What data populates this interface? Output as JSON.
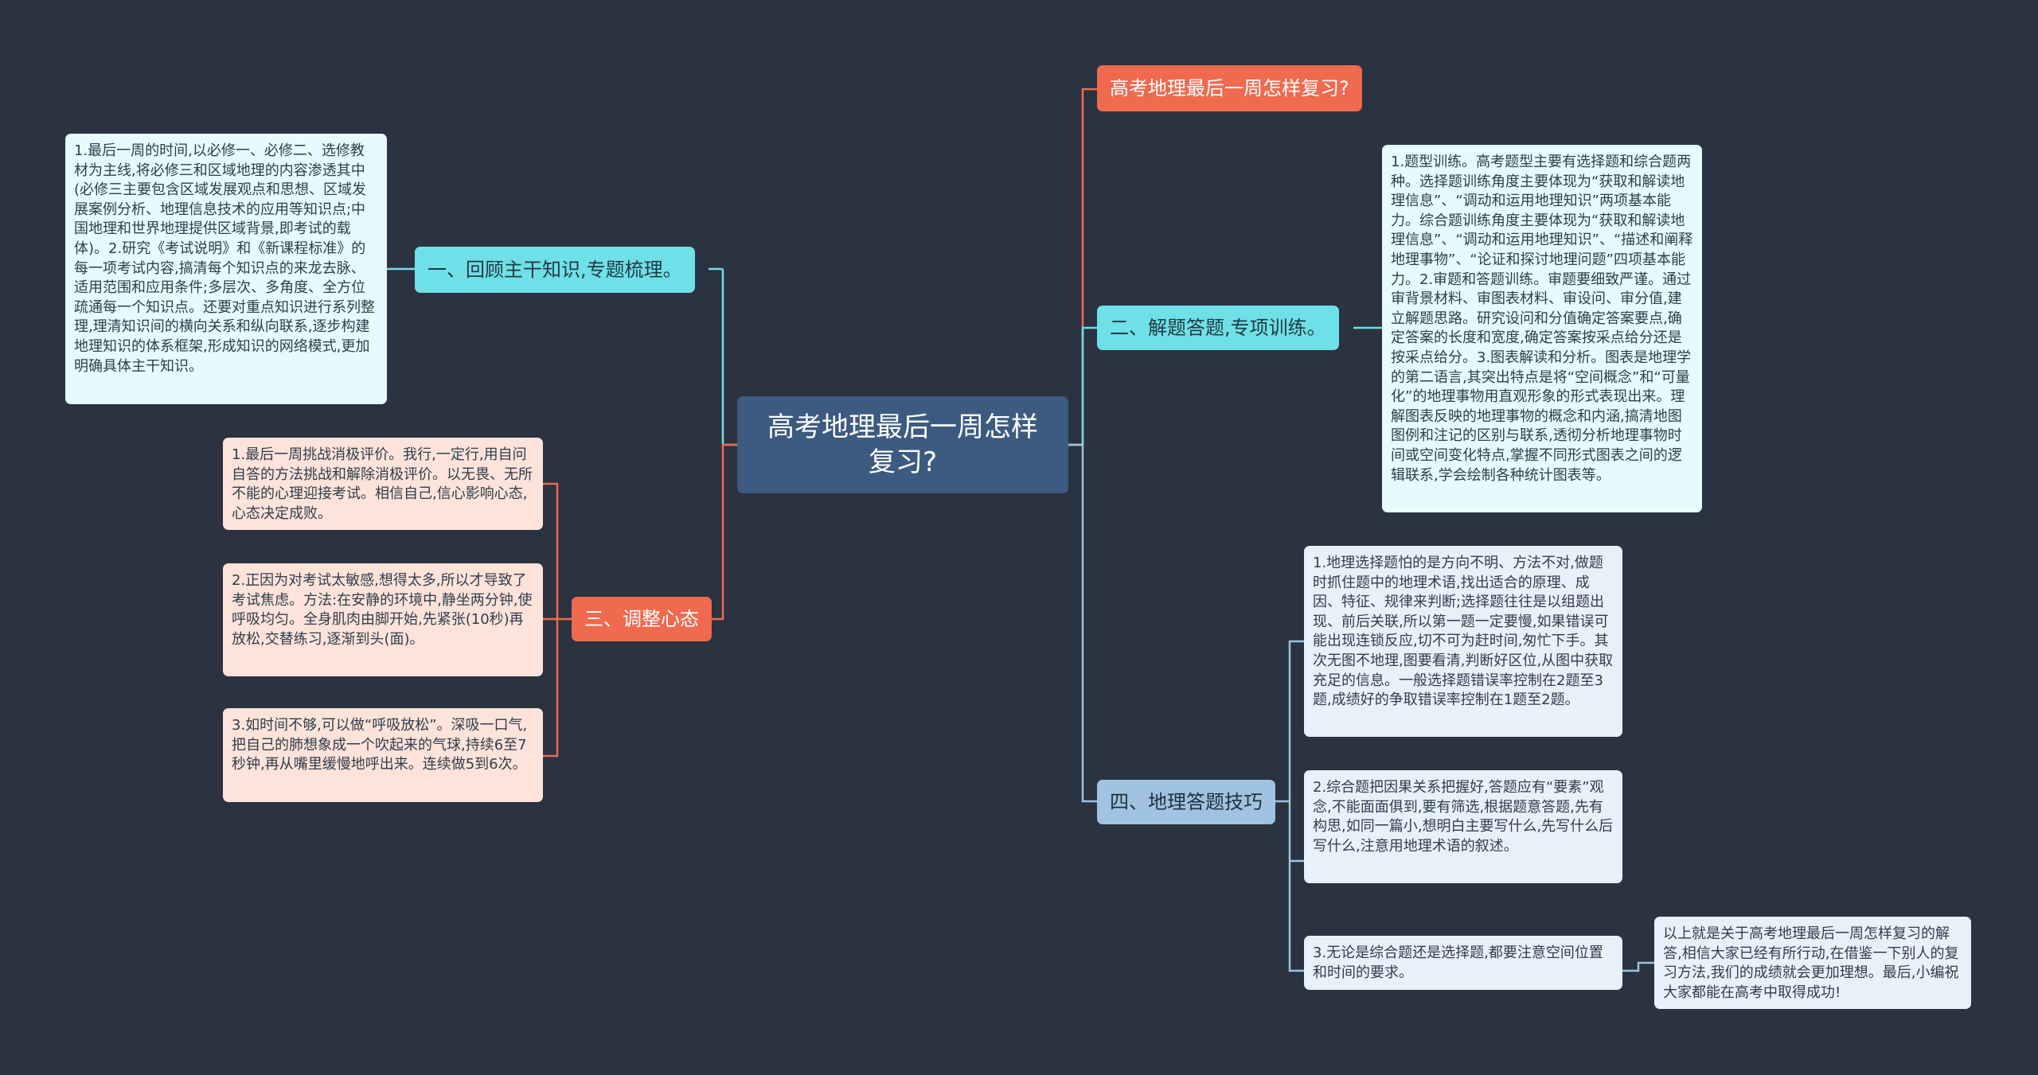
{
  "mindmap": {
    "center": "高考地理最后一周怎样复习?",
    "topics": {
      "top": "高考地理最后一周怎样复习?",
      "review": "一、回顾主干知识,专题梳理。",
      "answer": "二、解题答题,专项训练。",
      "mindset": "三、调整心态",
      "skills": "四、地理答题技巧"
    },
    "leaves": {
      "review_1": "1.最后一周的时间,以必修一、必修二、选修教材为主线,将必修三和区域地理的内容渗透其中(必修三主要包含区域发展观点和思想、区域发展案例分析、地理信息技术的应用等知识点;中国地理和世界地理提供区域背景,即考试的载体)。2.研究《考试说明》和《新课程标准》的每一项考试内容,搞清每个知识点的来龙去脉、适用范围和应用条件;多层次、多角度、全方位疏通每一个知识点。还要对重点知识进行系列整理,理清知识间的横向关系和纵向联系,逐步构建地理知识的体系框架,形成知识的网络模式,更加明确具体主干知识。",
      "answer_1": "1.题型训练。高考题型主要有选择题和综合题两种。选择题训练角度主要体现为“获取和解读地理信息”、“调动和运用地理知识”两项基本能力。综合题训练角度主要体现为“获取和解读地理信息”、“调动和运用地理知识”、“描述和阐释地理事物”、“论证和探讨地理问题”四项基本能力。2.审题和答题训练。审题要细致严谨。通过审背景材料、审图表材料、审设问、审分值,建立解题思路。研究设问和分值确定答案要点,确定答案的长度和宽度,确定答案按采点给分还是按采点给分。3.图表解读和分析。图表是地理学的第二语言,其突出特点是将“空间概念”和“可量化”的地理事物用直观形象的形式表现出来。理解图表反映的地理事物的概念和内涵,搞清地图图例和注记的区别与联系,透彻分析地理事物时间或空间变化特点,掌握不同形式图表之间的逻辑联系,学会绘制各种统计图表等。",
      "mindset_1": "1.最后一周挑战消极评价。我行,一定行,用自问自答的方法挑战和解除消极评价。以无畏、无所不能的心理迎接考试。相信自己,信心影响心态,心态决定成败。",
      "mindset_2": "2.正因为对考试太敏感,想得太多,所以才导致了考试焦虑。方法:在安静的环境中,静坐两分钟,使呼吸均匀。全身肌肉由脚开始,先紧张(10秒)再放松,交替练习,逐渐到头(面)。",
      "mindset_3": "3.如时间不够,可以做“呼吸放松”。深吸一口气,把自己的肺想象成一个吹起来的气球,持续6至7秒钟,再从嘴里缓慢地呼出来。连续做5到6次。",
      "skills_1": "1.地理选择题怕的是方向不明、方法不对,做题时抓住题中的地理术语,找出适合的原理、成因、特征、规律来判断;选择题往往是以组题出现、前后关联,所以第一题一定要慢,如果错误可能出现连锁反应,切不可为赶时间,匆忙下手。其次无图不地理,图要看清,判断好区位,从图中获取充足的信息。一般选择题错误率控制在2题至3题,成绩好的争取错误率控制在1题至2题。",
      "skills_2": "2.综合题把因果关系把握好,答题应有“要素”观念,不能面面俱到,要有筛选,根据题意答题,先有构思,如同一篇小,想明白主要写什么,先写什么后写什么,注意用地理术语的叙述。",
      "skills_3": "3.无论是综合题还是选择题,都要注意空间位置和时间的要求。",
      "closing": "以上就是关于高考地理最后一周怎样复习的解答,相信大家已经有所行动,在借鉴一下别人的复习方法,我们的成绩就会更加理想。最后,小编祝大家都能在高考中取得成功!"
    }
  },
  "colors": {
    "background": "#2b3240",
    "center": "#3d5a80",
    "cyan_topic": "#6fdfe8",
    "red_topic": "#ef6a4f",
    "blue_topic": "#9fc3e0",
    "cyan_leaf": "#e6fbfb",
    "peach_leaf": "#fde3d9",
    "blue_leaf": "#e8f1f9"
  }
}
